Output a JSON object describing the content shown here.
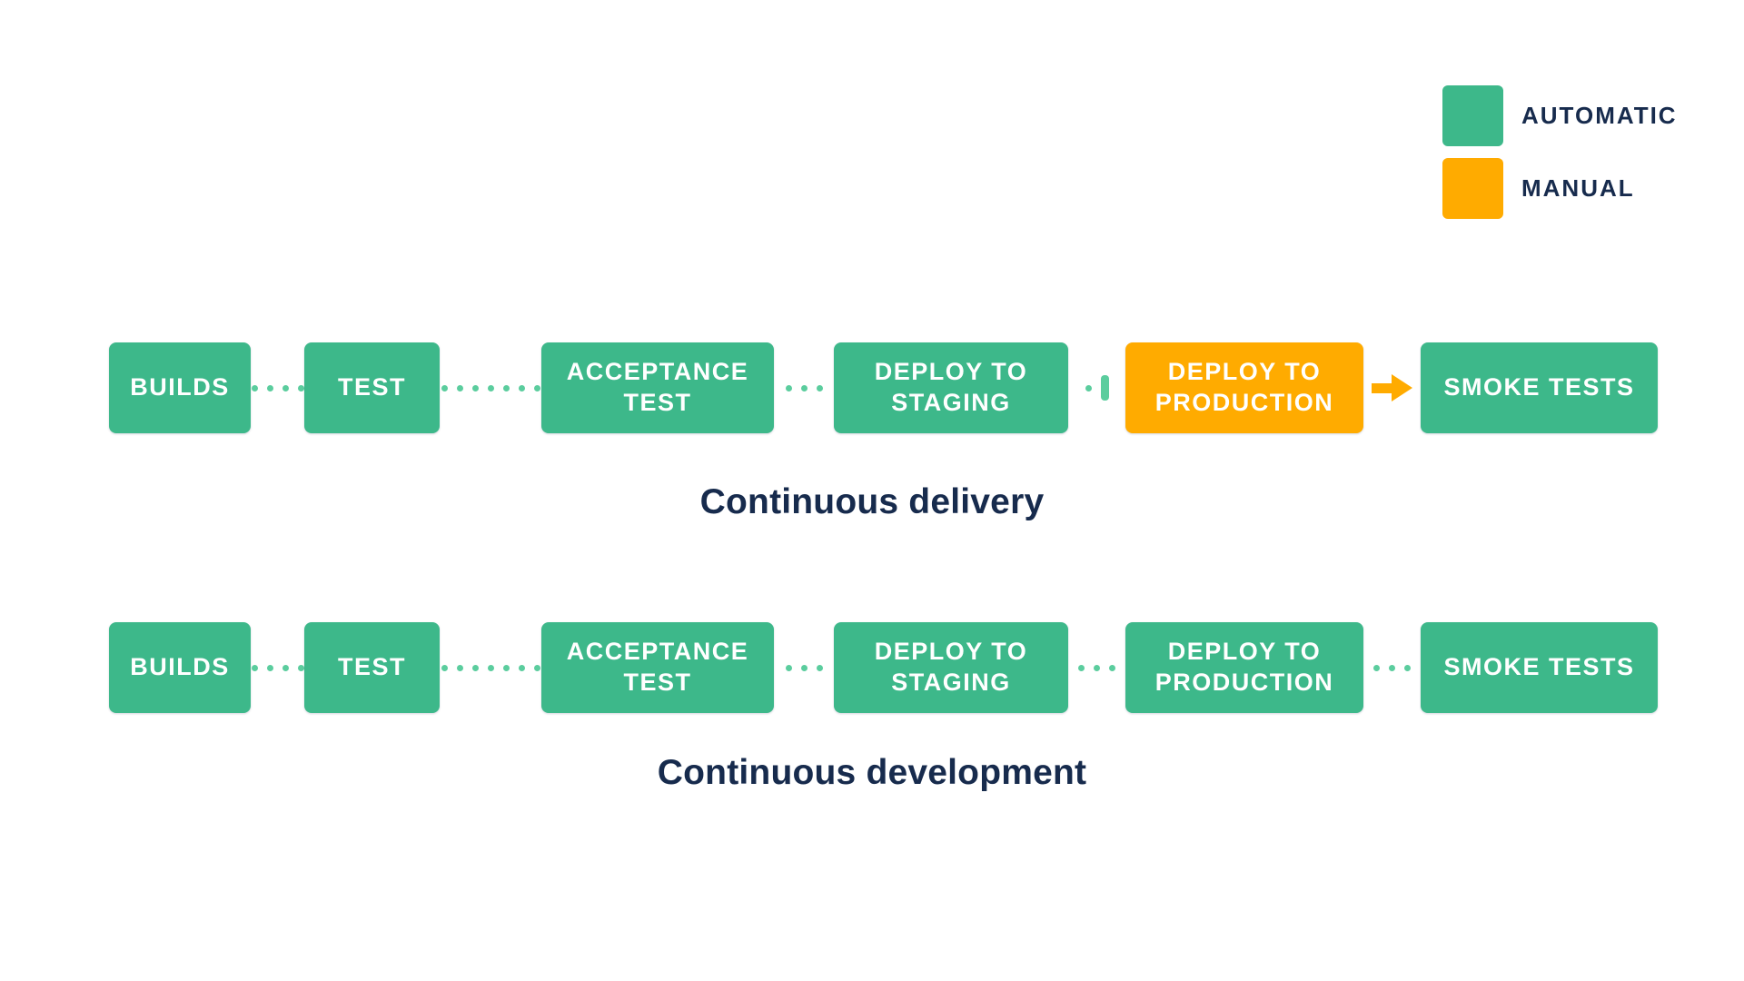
{
  "legend": {
    "items": [
      {
        "label": "AUTOMATIC",
        "mode": "automatic",
        "color": "#3DB88A"
      },
      {
        "label": "MANUAL",
        "mode": "manual",
        "color": "#FFAB00"
      }
    ]
  },
  "pipelines": [
    {
      "id": "delivery",
      "caption": "Continuous delivery",
      "steps": [
        {
          "label": "BUILDS",
          "mode": "automatic"
        },
        {
          "label": "TEST",
          "mode": "automatic"
        },
        {
          "label": "ACCEPTANCE TEST",
          "mode": "automatic"
        },
        {
          "label": "DEPLOY TO STAGING",
          "mode": "automatic"
        },
        {
          "label": "DEPLOY TO PRODUCTION",
          "mode": "manual"
        },
        {
          "label": "SMOKE TESTS",
          "mode": "automatic"
        }
      ],
      "connectors": [
        {
          "type": "dots",
          "count": 4
        },
        {
          "type": "dots",
          "count": 7
        },
        {
          "type": "dots",
          "count": 3
        },
        {
          "type": "pause"
        },
        {
          "type": "arrow"
        }
      ]
    },
    {
      "id": "development",
      "caption": "Continuous development",
      "steps": [
        {
          "label": "BUILDS",
          "mode": "automatic"
        },
        {
          "label": "TEST",
          "mode": "automatic"
        },
        {
          "label": "ACCEPTANCE TEST",
          "mode": "automatic"
        },
        {
          "label": "DEPLOY TO STAGING",
          "mode": "automatic"
        },
        {
          "label": "DEPLOY TO PRODUCTION",
          "mode": "automatic"
        },
        {
          "label": "SMOKE TESTS",
          "mode": "automatic"
        }
      ],
      "connectors": [
        {
          "type": "dots",
          "count": 4
        },
        {
          "type": "dots",
          "count": 7
        },
        {
          "type": "dots",
          "count": 3
        },
        {
          "type": "dots",
          "count": 3
        },
        {
          "type": "dots",
          "count": 3
        }
      ]
    }
  ],
  "colors": {
    "automatic": "#3DB88A",
    "manual": "#FFAB00",
    "connector": "#5BCD9E",
    "arrow": "#FFAB00",
    "text": "#172B4D"
  }
}
